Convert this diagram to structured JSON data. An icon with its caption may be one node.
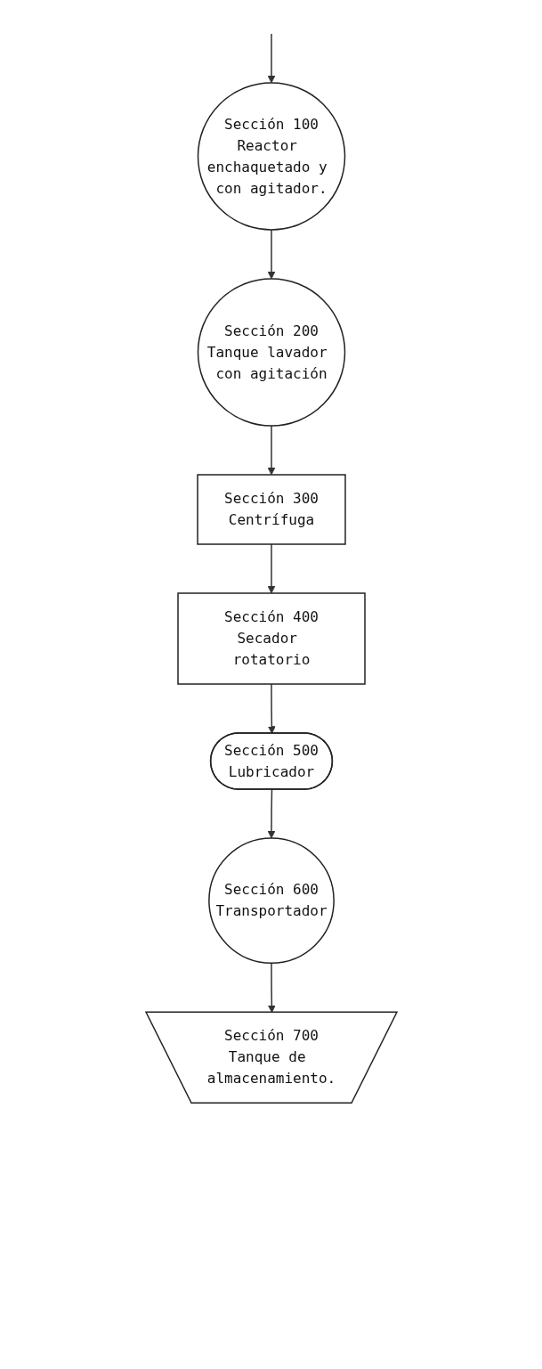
{
  "diagram": {
    "nodes": [
      {
        "text": [
          "Sección 100",
          "Reactor enchaquetado y con agitador."
        ]
      },
      {
        "text": [
          "Sección 200",
          "Tanque lavador con agitación"
        ]
      },
      {
        "text": [
          "Sección 300",
          "Centrífuga"
        ]
      },
      {
        "text": [
          "Sección 400",
          "Secador rotatorio"
        ]
      },
      {
        "text": [
          "Sección 500",
          "Lubricador"
        ]
      },
      {
        "text": [
          "Sección 600",
          "Transportador"
        ]
      },
      {
        "text": [
          "Sección 700",
          "Tanque de almacenamiento."
        ]
      }
    ],
    "edges": [
      {
        "from": null,
        "to": 0,
        "arrow": "to"
      },
      {
        "from": 0,
        "to": 1,
        "arrow": "to"
      },
      {
        "from": 1,
        "to": 2,
        "arrow": "to"
      },
      {
        "from": 2,
        "to": 3,
        "arrow": "to"
      },
      {
        "from": 3,
        "to": 4,
        "arrow": "to"
      },
      {
        "from": 4,
        "to": 5,
        "arrow": "to"
      },
      {
        "from": 5,
        "to": 6,
        "arrow": "to"
      }
    ]
  }
}
